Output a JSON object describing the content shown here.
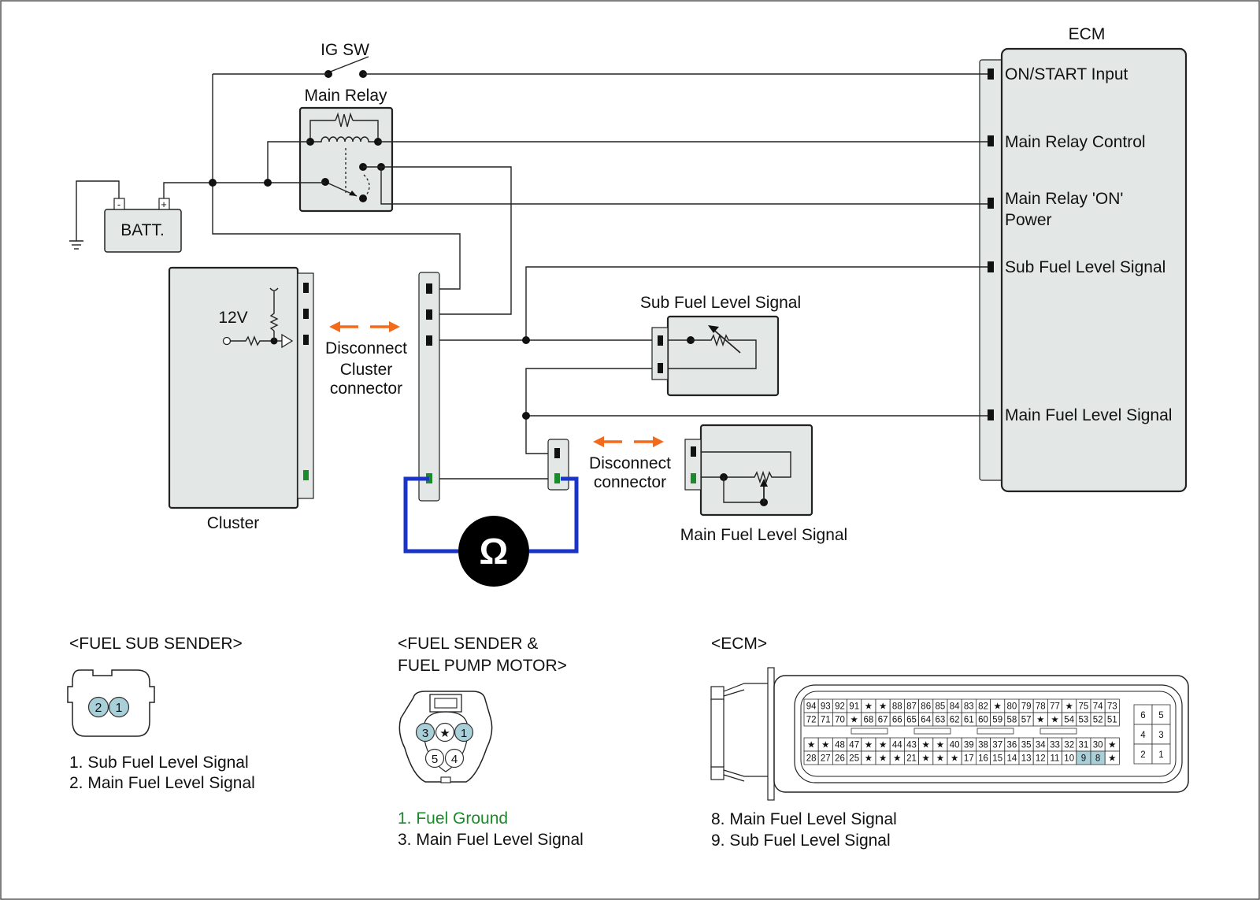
{
  "components": {
    "ecm": "ECM",
    "ig_sw": "IG SW",
    "main_relay": "Main Relay",
    "battery": "BATT.",
    "cluster": "Cluster",
    "voltage": "12V",
    "battery_minus": "-",
    "battery_plus": "+",
    "ohm_symbol": "Ω",
    "sub_sender": "Sub Fuel Level Signal",
    "main_sender": "Main Fuel Level Signal"
  },
  "ecm_pins": [
    "ON/START Input",
    "Main Relay Control",
    "Main Relay 'ON'",
    "Power",
    "Sub Fuel Level Signal",
    "Main Fuel Level Signal"
  ],
  "instructions": {
    "disconnect_cluster": [
      "Disconnect",
      "Cluster",
      "connector"
    ],
    "disconnect_connector": [
      "Disconnect",
      "connector"
    ]
  },
  "connectors": {
    "fuel_sub_sender": {
      "title": "<FUEL SUB SENDER>",
      "pins": [
        "2",
        "1"
      ],
      "legend": [
        "1. Sub Fuel Level Signal",
        "2. Main Fuel Level Signal"
      ]
    },
    "fuel_sender_pump": {
      "title_lines": [
        "<FUEL SENDER &",
        "FUEL PUMP MOTOR>"
      ],
      "pins": [
        "3",
        "★",
        "1",
        "5",
        "4"
      ],
      "legend": [
        {
          "text": "1. Fuel Ground",
          "color": "#1b8a2a"
        },
        {
          "text": "3. Main Fuel Level Signal",
          "color": "#111111"
        }
      ]
    },
    "ecm": {
      "title": "<ECM>",
      "rows": [
        [
          "94",
          "93",
          "92",
          "91",
          "★",
          "★",
          "88",
          "87",
          "86",
          "85",
          "84",
          "83",
          "82",
          "★",
          "80",
          "79",
          "78",
          "77",
          "★",
          "75",
          "74",
          "73"
        ],
        [
          "72",
          "71",
          "70",
          "★",
          "68",
          "67",
          "66",
          "65",
          "64",
          "63",
          "62",
          "61",
          "60",
          "59",
          "58",
          "57",
          "★",
          "★",
          "54",
          "53",
          "52",
          "51"
        ],
        [
          "★",
          "★",
          "48",
          "47",
          "★",
          "★",
          "44",
          "43",
          "★",
          "★",
          "40",
          "39",
          "38",
          "37",
          "36",
          "35",
          "34",
          "33",
          "32",
          "31",
          "30",
          "★"
        ],
        [
          "28",
          "27",
          "26",
          "25",
          "★",
          "★",
          "★",
          "21",
          "★",
          "★",
          "★",
          "17",
          "16",
          "15",
          "14",
          "13",
          "12",
          "11",
          "10",
          "9",
          "8",
          "★"
        ]
      ],
      "highlighted_pins": [
        "8",
        "9"
      ],
      "side_grid": [
        [
          "6",
          "5"
        ],
        [
          "4",
          "3"
        ],
        [
          "2",
          "1"
        ]
      ],
      "legend": [
        "8. Main Fuel Level Signal",
        "9. Sub Fuel Level Signal"
      ]
    }
  },
  "colors": {
    "ohmmeter_lead": "#1a34c9",
    "arrow": "#f26a1b",
    "ground_pin": "#1b8a2a",
    "highlight": "#a9cfd9",
    "component_fill": "#e3e8e6"
  }
}
